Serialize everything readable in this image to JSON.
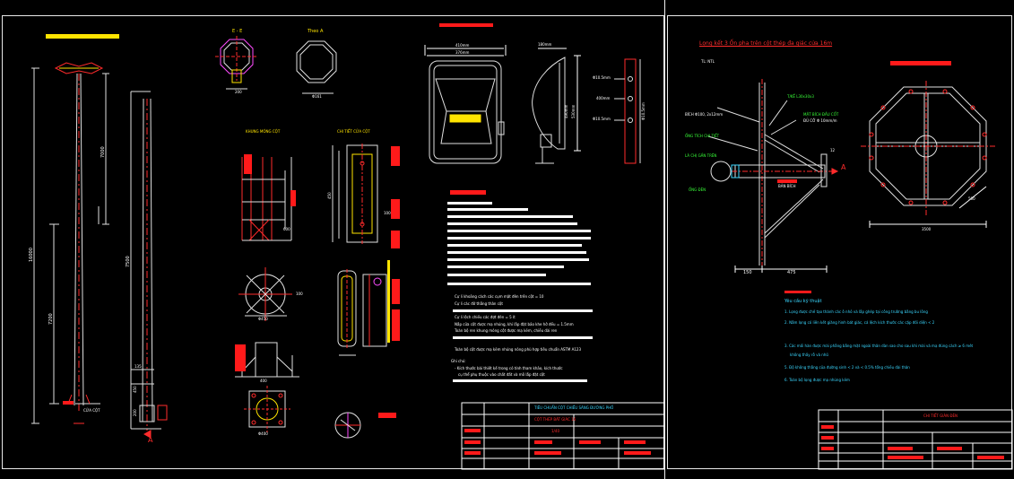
{
  "left_sheet": {
    "pole": {
      "dim_total": "16000",
      "dim_upper": "7000",
      "dim_lower": "7200",
      "dim_side": "7500",
      "cua_cot_label": "CỬA CỘT",
      "section_mark": "A",
      "small_dims": [
        "135",
        "450",
        "200"
      ]
    },
    "section_e": {
      "title": "E - E",
      "dim": "200"
    },
    "view_a": {
      "title": "Theo A",
      "dim": "Φ161"
    },
    "khung": {
      "title": "KHUNG MÓNG CỘT",
      "dim": "600"
    },
    "cua": {
      "title": "CHI TIẾT CỬA CỘT",
      "dims": [
        "450",
        "100"
      ]
    },
    "flange": {
      "dim_top": "Φ450",
      "dim_side": "100"
    },
    "base": {
      "dims": [
        "400",
        "Φ400"
      ]
    },
    "lamp": {
      "dim_w1": "410mm",
      "dim_w2": "376mm",
      "dim_side_w": "180mm",
      "dim_h1": "490mm",
      "dim_h2": "530mm",
      "bracket_dims": [
        "Φ10.5mm",
        "400mm",
        "Φ10.5mm",
        "Φ10.5mm"
      ]
    },
    "notes_partial": [
      "Cự li khoảng cách các cụm mặt đèn trên cột  =  10",
      "Cự li các đỡ thẳng thân cột",
      "Cự li lệch chiều các đợt đèn  =  5 ít",
      "Nắp cửa cột được mạ nhúng, khi lắp đặt bảo khe hở đều  =  1.5mm",
      "Toàn bộ ren khung móng cột được mạ kẽm, chiều dài ren",
      "Toàn bộ cột được mạ kẽm nhúng nóng phù hợp tiêu chuẩn ASTM A123"
    ],
    "ghi_chu": {
      "heading": "Ghi chú:",
      "line1": "- Kích thước bài thiết kế trong có tính tham khảo, kích thước",
      "line2": "cụ thể phụ thuộc vào chất đất và mô lắp đặt cột"
    },
    "title_block": {
      "project": "TIÊU CHUẨN CỘT CHIẾU SÁNG ĐƯỜNG PHỐ",
      "drawing": "CỘT THÉP BÁT GIÁC 16",
      "scale": "1/40"
    }
  },
  "right_sheet": {
    "title": "Lọng kết 3 Ốn pha trên cột thép đa giác cửa 16m",
    "scale": "TL: NTL",
    "labels": {
      "l1": "T/KẾ L30x30x3",
      "l2": "MẶT BÍCH ĐẦU CỐT",
      "l3": "ĐỦ CỠ Φ 10mm/m",
      "l4": "BÍCH Φ100, 2x12mm",
      "l5": "ỐNG TÍCH CHI TIẾT",
      "l6": "BẢN BÍCH",
      "l7": "ỐNG ĐÈN",
      "l8": "LÀ CHỊ GẮN TRÊN"
    },
    "dims": {
      "d1": "150",
      "d2": "475",
      "d3": "12",
      "d4": "3500",
      "d5": "500"
    },
    "section_mark": "A",
    "requirements": {
      "heading": "Yêu cầu kỹ thuật",
      "items": [
        "1. Lọng được chế tạo thành các ô nhỏ và lắp ghép tại công trường bằng bu lông",
        "2. Nắm lọng có liên kết giăng hình bát giác, cá lệch kích thước các cặp đối diện  <  2",
        "3. Các mối hàn được mài phẳng bằng mặt ngoài thân dàn sao cho sau khi mài và mạ đúng cách ≥ 6 mét",
        "không thấy rỗ và nhũ",
        "5. Độ không thẳng của đường sinh  <  2        và  <  0.5% tổng chiều dài thân",
        "6. Toàn bộ lọng được mạ nhúng kẽm"
      ]
    },
    "title_block": {
      "drawing": "CHI TIẾT GIÀN ĐÈN"
    }
  },
  "colors": {
    "background": "#000000",
    "white": "#ffffff",
    "yellow": "#ffe400",
    "red": "#ff2b2b",
    "cyan": "#3ad7ff",
    "green": "#38ff38",
    "magenta": "#ff4cff"
  }
}
